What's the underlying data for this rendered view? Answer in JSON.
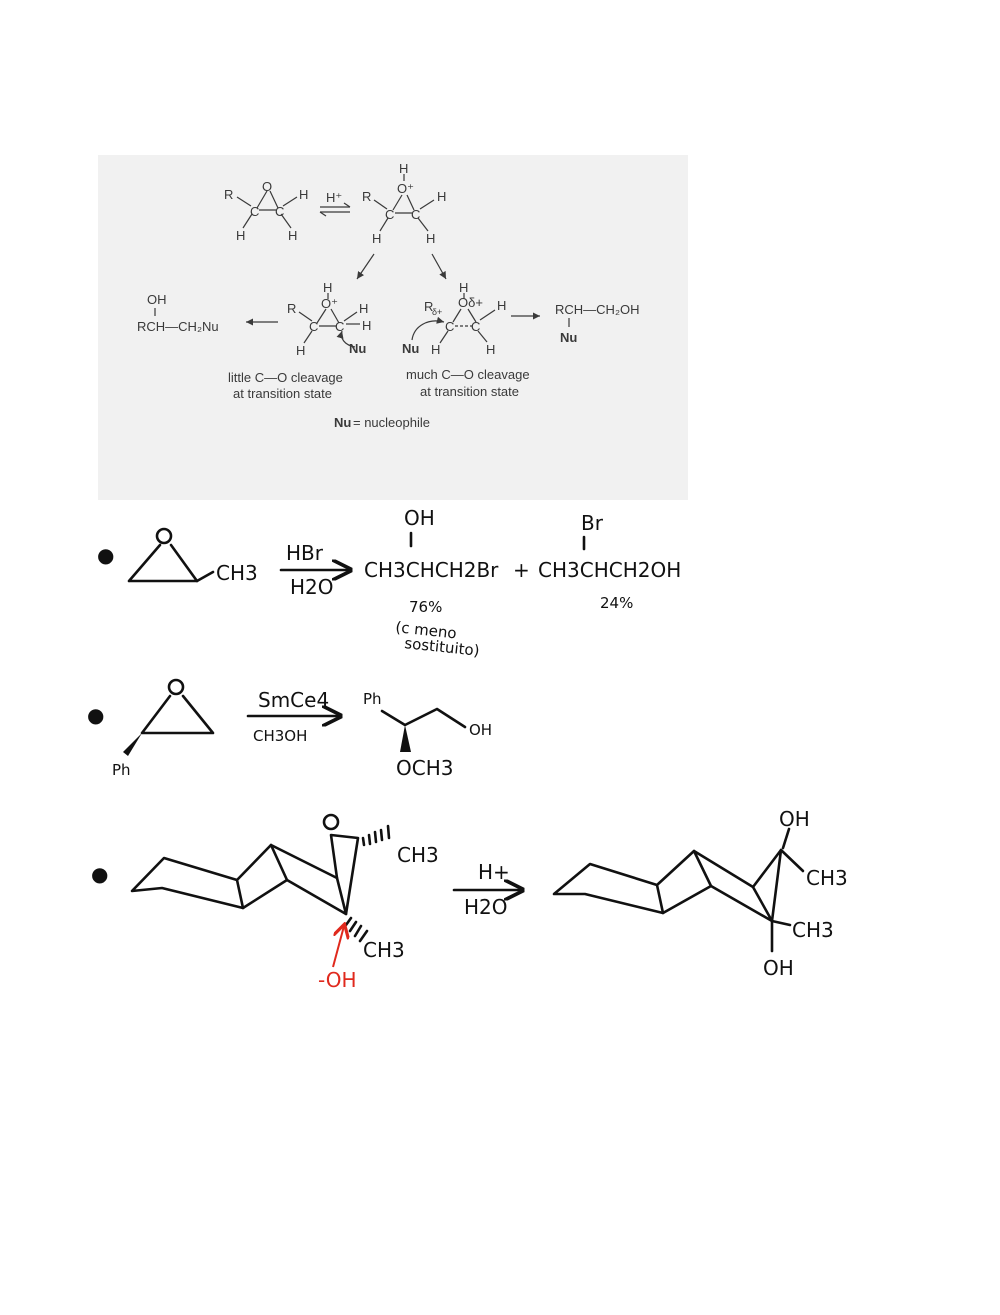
{
  "mechanism": {
    "step1_reactant": {
      "R": "R",
      "O": "O",
      "C1": "C",
      "C2": "C",
      "H_right": "H",
      "H_bl": "H",
      "H_br": "H"
    },
    "arrow_label": "H⁺",
    "step1_product": {
      "H_top": "H",
      "O": "O⁺",
      "R": "R",
      "C1": "C",
      "C2": "C",
      "H_right": "H",
      "H_bl": "H",
      "H_br": "H"
    },
    "left_path": {
      "product_line1": "OH",
      "product_line2": "RCH—CH₂Nu",
      "ts": {
        "H_top": "H",
        "O": "O⁺",
        "R": "R",
        "C1": "C",
        "C2": "C",
        "H_r1": "H",
        "H_r2": "H",
        "H_b": "H",
        "Nu": "Nu"
      },
      "caption_line1": "little C—O cleavage",
      "caption_line2": "at transition state"
    },
    "right_path": {
      "ts": {
        "H_top": "H",
        "O": "Oδ+",
        "R": "R",
        "delta": "δ+",
        "C1": "C",
        "C2": "C",
        "H_r": "H",
        "H_b1": "H",
        "H_b2": "H",
        "Nu": "Nu"
      },
      "product_line1": "RCH—CH₂OH",
      "product_line2": "Nu",
      "caption_line1": "much C—O cleavage",
      "caption_line2": "at transition state"
    },
    "legend_bold": "Nu",
    "legend_rest": " = nucleophile"
  },
  "reaction1": {
    "bullet": "●",
    "epoxide_O": "O",
    "substituent": "CH3",
    "reagent_top": "HBr",
    "reagent_bottom": "H2O",
    "product1_top": "OH",
    "product1": "CH3CHCH2Br",
    "plus": "+",
    "product2_top": "Br",
    "product2": "CH3CHCH2OH",
    "yield1": "76%",
    "yield2": "24%",
    "note_line1": "(c meno",
    "note_line2": "sostituito)"
  },
  "reaction2": {
    "bullet": "●",
    "epoxide_O": "O",
    "substituent": "Ph",
    "reagent_top": "SmCe4",
    "reagent_bottom": "CH3OH",
    "product_Ph": "Ph",
    "product_OH": "OH",
    "product_OMe": "OCH3"
  },
  "reaction3": {
    "bullet": "●",
    "epoxide_O": "O",
    "methyl_top": "CH3",
    "methyl_bottom": "CH3",
    "attack": "-OH",
    "reagent_top": "H+",
    "reagent_bottom": "H2O",
    "product_OH_top": "OH",
    "product_CH3_top": "CH3",
    "product_CH3_bottom": "CH3",
    "product_OH_bottom": "OH"
  },
  "colors": {
    "annotation_red": "#e0291d",
    "ink": "#111111",
    "print": "#3a3a3a"
  }
}
